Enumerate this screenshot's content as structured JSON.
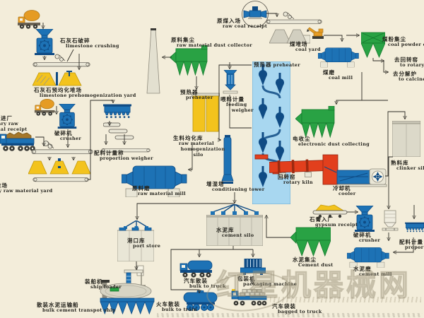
{
  "palette": {
    "bg": "#f3edda",
    "blue": "#1d72b5",
    "blue_dark": "#0f4b84",
    "green": "#29a244",
    "green_dark": "#147a2d",
    "yellow": "#f3c31d",
    "orange": "#e59b24",
    "red": "#e23f1d",
    "red_dark": "#9c2a10",
    "grey": "#dcd9c9",
    "panel": "#e9e6d6",
    "lightblue": "#a8d7f0",
    "line": "#2e2c26",
    "text": "#26251f",
    "wm": "#9a9078"
  },
  "watermark": {
    "text": "红星机器械网"
  },
  "labels": {
    "limestone_crushing": {
      "zh": "石灰石破碎",
      "en": "limestone crushing"
    },
    "limestone_yard": {
      "zh": "石灰石预均化堆场",
      "en": "limestone prehomogenization yard"
    },
    "aux_receipt": {
      "zh": "辅助原料进厂",
      "en": "auxiliary raw\nmaterial receipt"
    },
    "crusher_aux": {
      "zh": "破碎机",
      "en": "crusher"
    },
    "aux_yard": {
      "zh": "辅助原料堆场",
      "en": "auxiliary raw material yard"
    },
    "proportion_weigher": {
      "zh": "配料计量称",
      "en": "proportion weigher"
    },
    "raw_material_mill": {
      "zh": "原料磨",
      "en": "raw material mill"
    },
    "raw_dust_collector": {
      "zh": "原料集尘",
      "en": "raw material dust collector"
    },
    "preheater_small": {
      "zh": "预热器",
      "en": "preheater"
    },
    "feeding_weigher": {
      "zh": "喂料计量",
      "en": "feeding\n   weigher"
    },
    "raw_hom_silo": {
      "zh": "生料均化库",
      "en": "raw material\n homogenization\n        silo"
    },
    "conditioning_tower": {
      "zh": "增湿塔",
      "en": "conditioning tower"
    },
    "raw_coal_receipt": {
      "zh": "原煤入场",
      "en": "raw coal receipt"
    },
    "coal_yard": {
      "zh": "煤堆场",
      "en": "coal yard"
    },
    "coal_mill": {
      "zh": "煤磨",
      "en": "coal mill"
    },
    "coal_powder_collector": {
      "zh": "煤粉集尘",
      "en": "coal powder collector"
    },
    "to_rotary_kiln": {
      "zh": "去回转窑",
      "en": "to rotary kiln"
    },
    "to_calciner": {
      "zh": "去分解炉",
      "en": "to calciner"
    },
    "preheater_tower": {
      "zh": "预热器",
      "en": "preheater"
    },
    "electronic_dust": {
      "zh": "电收尘",
      "en": "electronic dust collecting"
    },
    "rotary_kiln": {
      "zh": "回转窑",
      "en": "rotary kiln"
    },
    "cooler": {
      "zh": "冷却机",
      "en": "cooler"
    },
    "clinker_silo": {
      "zh": "熟料库",
      "en": "clinker silo"
    },
    "cement_silo": {
      "zh": "水泥库",
      "en": "cement silo"
    },
    "port_store": {
      "zh": "港口库",
      "en": "port store"
    },
    "ship_loader": {
      "zh": "装船机",
      "en": "ship loader"
    },
    "bulk_ship": {
      "zh": "散装水泥运输船",
      "en": "bulk cement transpot ship"
    },
    "bulk_to_truck": {
      "zh": "汽车散装",
      "en": "bulk to truck"
    },
    "bulk_to_train": {
      "zh": "火车散装",
      "en": "bulk to train"
    },
    "packaging_machine": {
      "zh": "包装机",
      "en": "packaging machine"
    },
    "bagged_to_truck": {
      "zh": "汽车袋装",
      "en": "bagged to truck"
    },
    "gypsum_receipt": {
      "zh": "石膏入厂",
      "en": "gypsum receipt"
    },
    "crusher_cement": {
      "zh": "破碎机",
      "en": "crusher"
    },
    "proportion_weigher2": {
      "zh": "配料计量",
      "en": "proportion weigher"
    },
    "cement_dust": {
      "zh": "水泥集尘",
      "en": "Cement dust"
    },
    "cement_mill": {
      "zh": "水泥磨",
      "en": "cement mill"
    }
  }
}
